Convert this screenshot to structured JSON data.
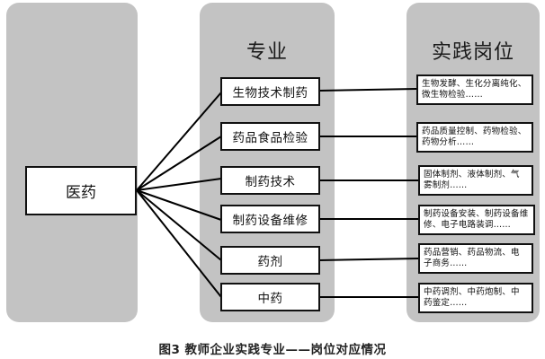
{
  "columns": {
    "major_title": "专业",
    "post_title": "实践岗位"
  },
  "root": "医药",
  "majors": [
    "生物技术制药",
    "药品食品检验",
    "制药技术",
    "制药设备维修",
    "药剂",
    "中药"
  ],
  "posts": [
    "生物发酵、生化分离纯化、微生物检验……",
    "药品质量控制、药物检验、药物分析……",
    "固体制剂、液体制剂、气雾制剂……",
    "制药设备安装、制药设备维修、电子电路装调……",
    "药品营销、药品物流、电子商务……",
    "中药调剂、中药炮制、中药鉴定……"
  ],
  "caption": "图3  教师企业实践专业——岗位对应情况"
}
